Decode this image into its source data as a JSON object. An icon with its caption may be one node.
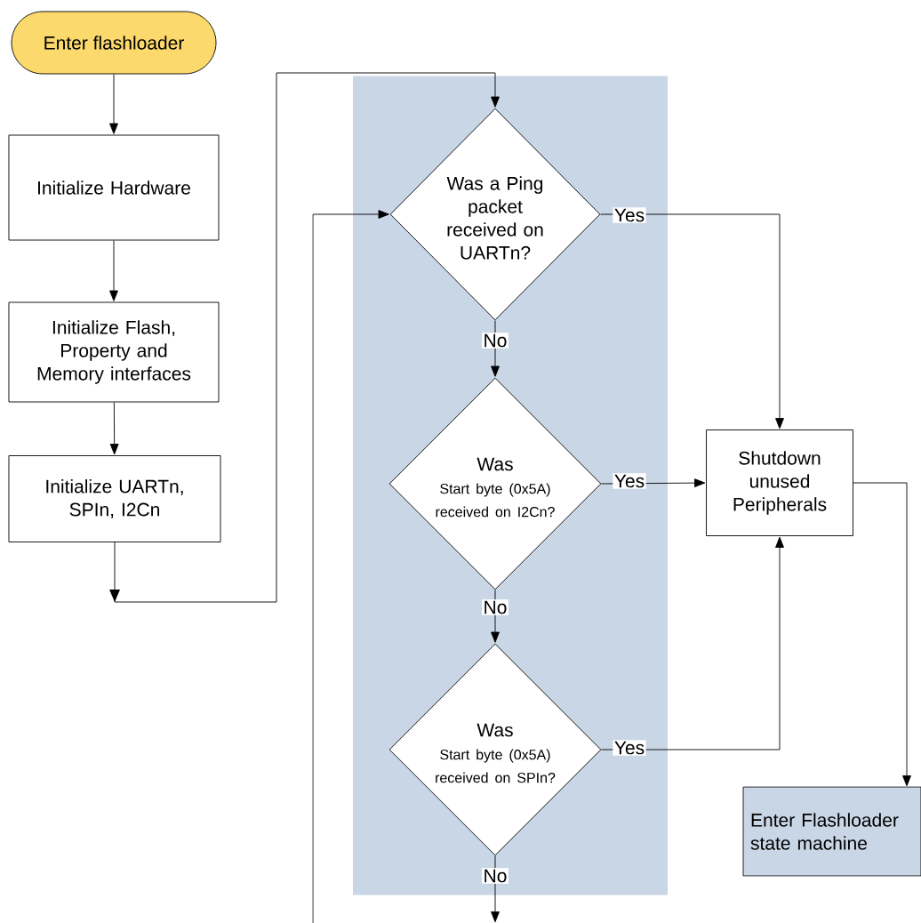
{
  "diagram": {
    "nodes": [
      {
        "text": [
          "Enter flashloader"
        ]
      },
      {
        "text": [
          "Initialize Hardware"
        ]
      },
      {
        "text": [
          "Initialize Flash, Property and Memory interfaces"
        ]
      },
      {
        "text": [
          "Initialize UARTn, SPIn, I2Cn"
        ]
      },
      {
        "text": [],
        "shape": "box"
      },
      {
        "text": [
          "Was a Ping packet received on UARTn?"
        ],
        "in": 4
      },
      {
        "text": [
          "Was",
          "Start byte (0x5A) received on I2Cn?"
        ],
        "in": 4
      },
      {
        "text": [
          "Was",
          "Start byte (0x5A) received on SPIn?"
        ],
        "in": 4
      },
      {
        "text": [
          "Shutdown unused Peripherals"
        ]
      },
      {
        "text": [
          "Enter Flashloader state machine"
        ]
      }
    ],
    "edges": [
      {
        "from": 0,
        "to": 1,
        "arrow": "to"
      },
      {
        "from": 1,
        "to": 2,
        "arrow": "to"
      },
      {
        "from": 2,
        "to": 3,
        "arrow": "to"
      },
      {
        "from": 3,
        "to": 5,
        "arrow": "to"
      },
      {
        "from": 5,
        "to": 8,
        "arrow": "to",
        "label": "Yes"
      },
      {
        "from": 5,
        "to": 6,
        "arrow": "to",
        "label": "No"
      },
      {
        "from": 6,
        "to": 8,
        "arrow": "to",
        "label": "Yes"
      },
      {
        "from": 6,
        "to": 7,
        "arrow": "to",
        "label": "No"
      },
      {
        "from": 7,
        "to": 8,
        "arrow": "to",
        "label": "Yes"
      },
      {
        "from": 7,
        "to": null,
        "arrow": "to",
        "label": "No"
      },
      {
        "from": null,
        "to": 5,
        "arrow": "to"
      },
      {
        "from": 8,
        "to": 9,
        "arrow": "to"
      }
    ]
  }
}
